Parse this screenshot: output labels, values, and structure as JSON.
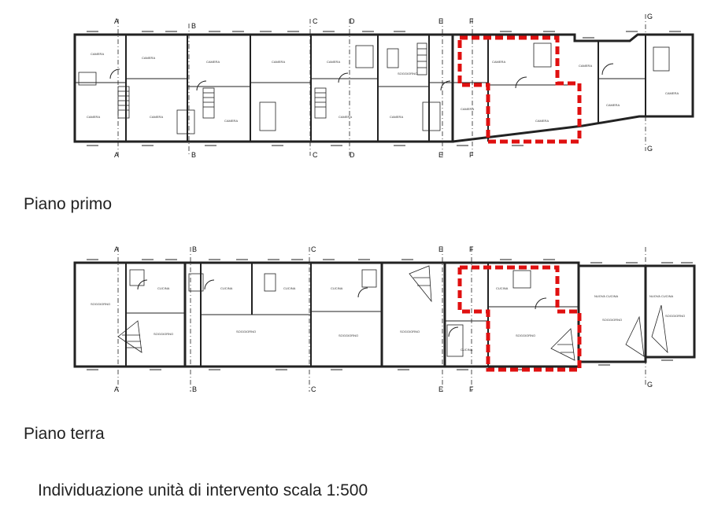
{
  "labels": {
    "first_floor": "Piano primo",
    "ground_floor": "Piano terra",
    "scale_note": "Individuazione unità di intervento scala 1:500"
  },
  "section_markers": [
    "A",
    "B",
    "C",
    "D",
    "E",
    "F",
    "G"
  ],
  "colors": {
    "lines": "#222222",
    "highlight": "#e01010",
    "background": "#ffffff"
  }
}
